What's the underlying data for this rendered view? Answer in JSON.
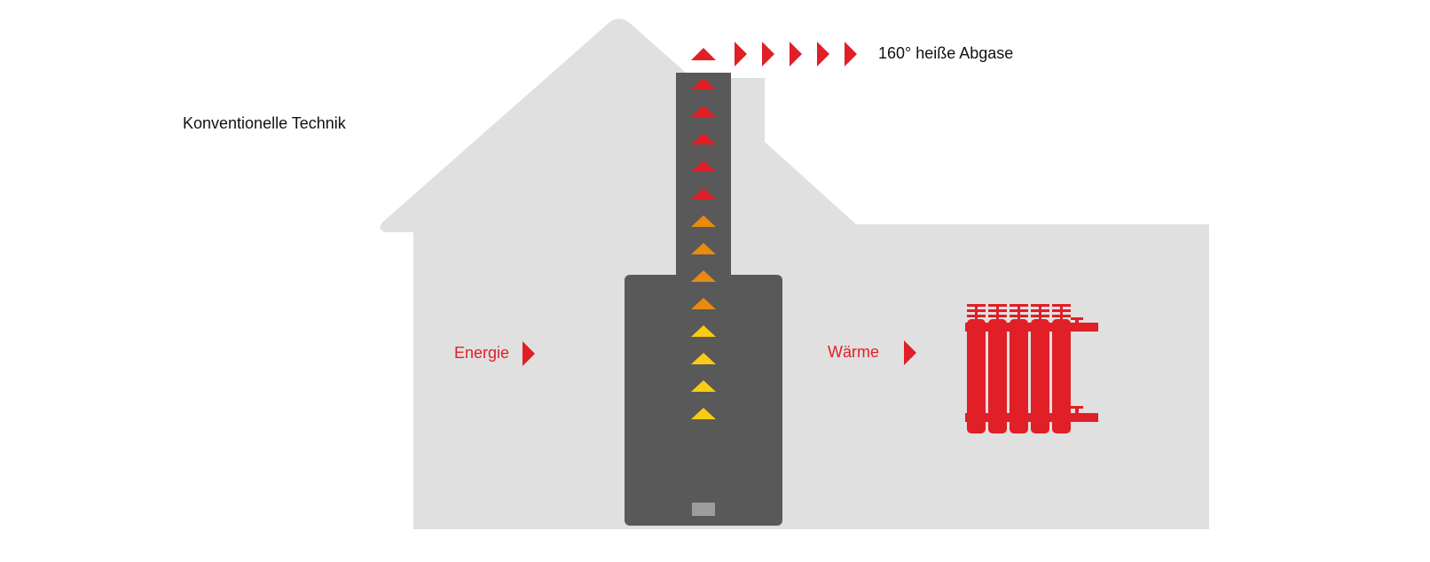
{
  "title": "Konventionelle Technik",
  "exhaust_label": "160° heiße Abgase",
  "energy_label": "Energie",
  "heat_label": "Wärme",
  "colors": {
    "red": "#e01f26",
    "orange": "#ea8a0f",
    "yellow": "#f7cc12",
    "house": "#e0e0e0",
    "boiler": "#595959",
    "text": "#111111"
  },
  "flue_arrows": [
    "red",
    "red",
    "red",
    "red",
    "red",
    "orange",
    "orange",
    "orange",
    "orange",
    "yellow",
    "yellow",
    "yellow",
    "yellow"
  ]
}
